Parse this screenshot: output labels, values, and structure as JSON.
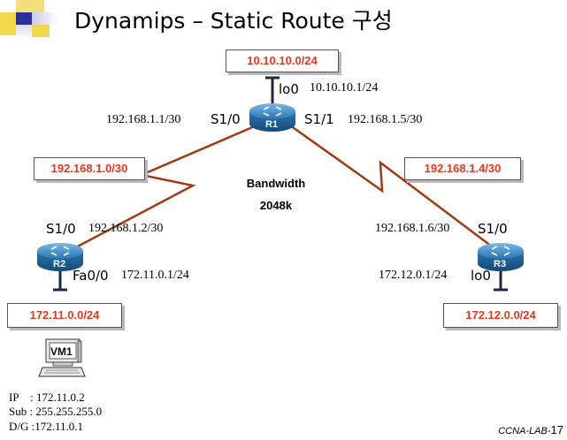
{
  "title": "Dynamips – Static Route 구성",
  "networks": {
    "loopback_r1": "10.10.10.0/24",
    "r1_r2": "192.168.1.0/30",
    "r1_r3": "192.168.1.4/30",
    "r2_lan": "172.11.0.0/24",
    "r3_lan": "172.12.0.0/24"
  },
  "routers": {
    "r1": {
      "name": "R1",
      "lo0_if": "lo0",
      "lo0_ip": "10.10.10.1/24",
      "s10_if": "S1/0",
      "s10_ip": "192.168.1.1/30",
      "s11_if": "S1/1",
      "s11_ip": "192.168.1.5/30"
    },
    "r2": {
      "name": "R2",
      "s10_if": "S1/0",
      "s10_ip": "192.168.1.2/30",
      "fa00_if": "Fa0/0",
      "fa00_ip": "172.11.0.1/24"
    },
    "r3": {
      "name": "R3",
      "s10_if": "S1/0",
      "s10_ip": "192.168.1.6/30",
      "lo0_if": "lo0",
      "lo0_ip": "172.12.0.1/24"
    }
  },
  "link": {
    "bandwidth_label": "Bandwidth",
    "bandwidth_value": "2048k"
  },
  "host": {
    "name": "VM1",
    "ip_line": "IP    : 172.11.0.2",
    "sub_line": "Sub : 255.255.255.0",
    "dg_line": "D/G :172.11.0.1"
  },
  "footer": {
    "label": "CCNA-LAB-",
    "page": "17"
  },
  "colors": {
    "network_text": "#e03a1e",
    "serial_link": "#a23a14",
    "router_body": "#2a76b2",
    "logo_blue": "#2b2f9e",
    "logo_yellow": "#f1d84a"
  }
}
